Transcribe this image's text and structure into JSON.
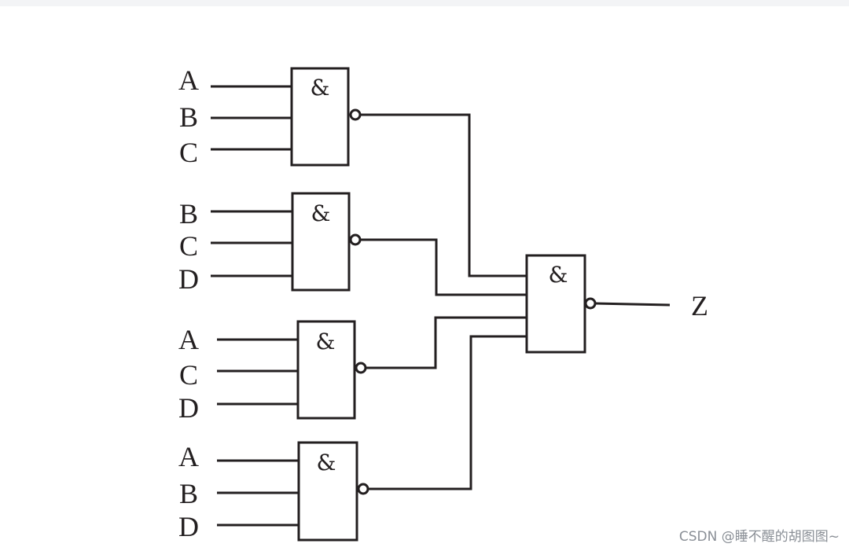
{
  "diagram": {
    "gate_symbol": "&",
    "gates": [
      {
        "inputs": [
          "A",
          "B",
          "C"
        ]
      },
      {
        "inputs": [
          "B",
          "C",
          "D"
        ]
      },
      {
        "inputs": [
          "A",
          "C",
          "D"
        ]
      },
      {
        "inputs": [
          "A",
          "B",
          "D"
        ]
      }
    ],
    "output_label": "Z",
    "colors": {
      "ink": "#231f20",
      "background": "#ffffff",
      "watermark": "#8a8f96"
    }
  },
  "watermark": "CSDN @睡不醒的胡图图~"
}
